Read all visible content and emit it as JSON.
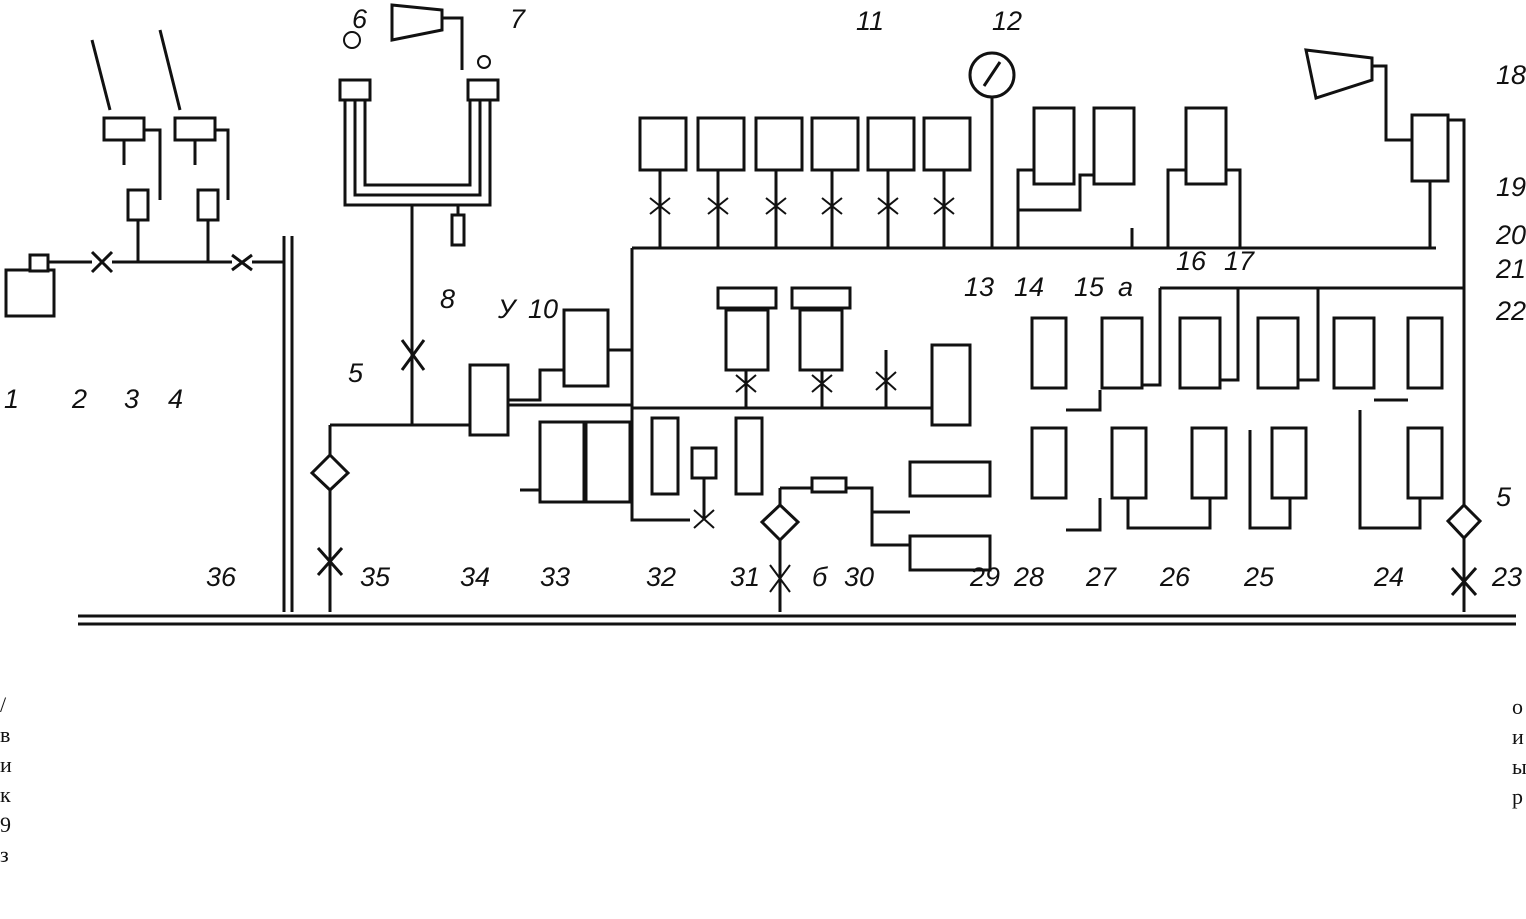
{
  "diagram": {
    "labels": [
      "1",
      "2",
      "3",
      "4",
      "5",
      "6",
      "7",
      "8",
      "У",
      "10",
      "11",
      "12",
      "13",
      "14",
      "15",
      "16",
      "17",
      "18",
      "19",
      "20",
      "21",
      "22",
      "23",
      "24",
      "25",
      "26",
      "27",
      "28",
      "29",
      "30",
      "31",
      "32",
      "33",
      "34",
      "35",
      "36",
      "а",
      "б",
      "5"
    ]
  },
  "margin_left": [
    "/",
    "в",
    "и",
    "к",
    "9",
    "з"
  ],
  "margin_right": [
    "о",
    "и",
    "",
    "ы",
    "р"
  ]
}
